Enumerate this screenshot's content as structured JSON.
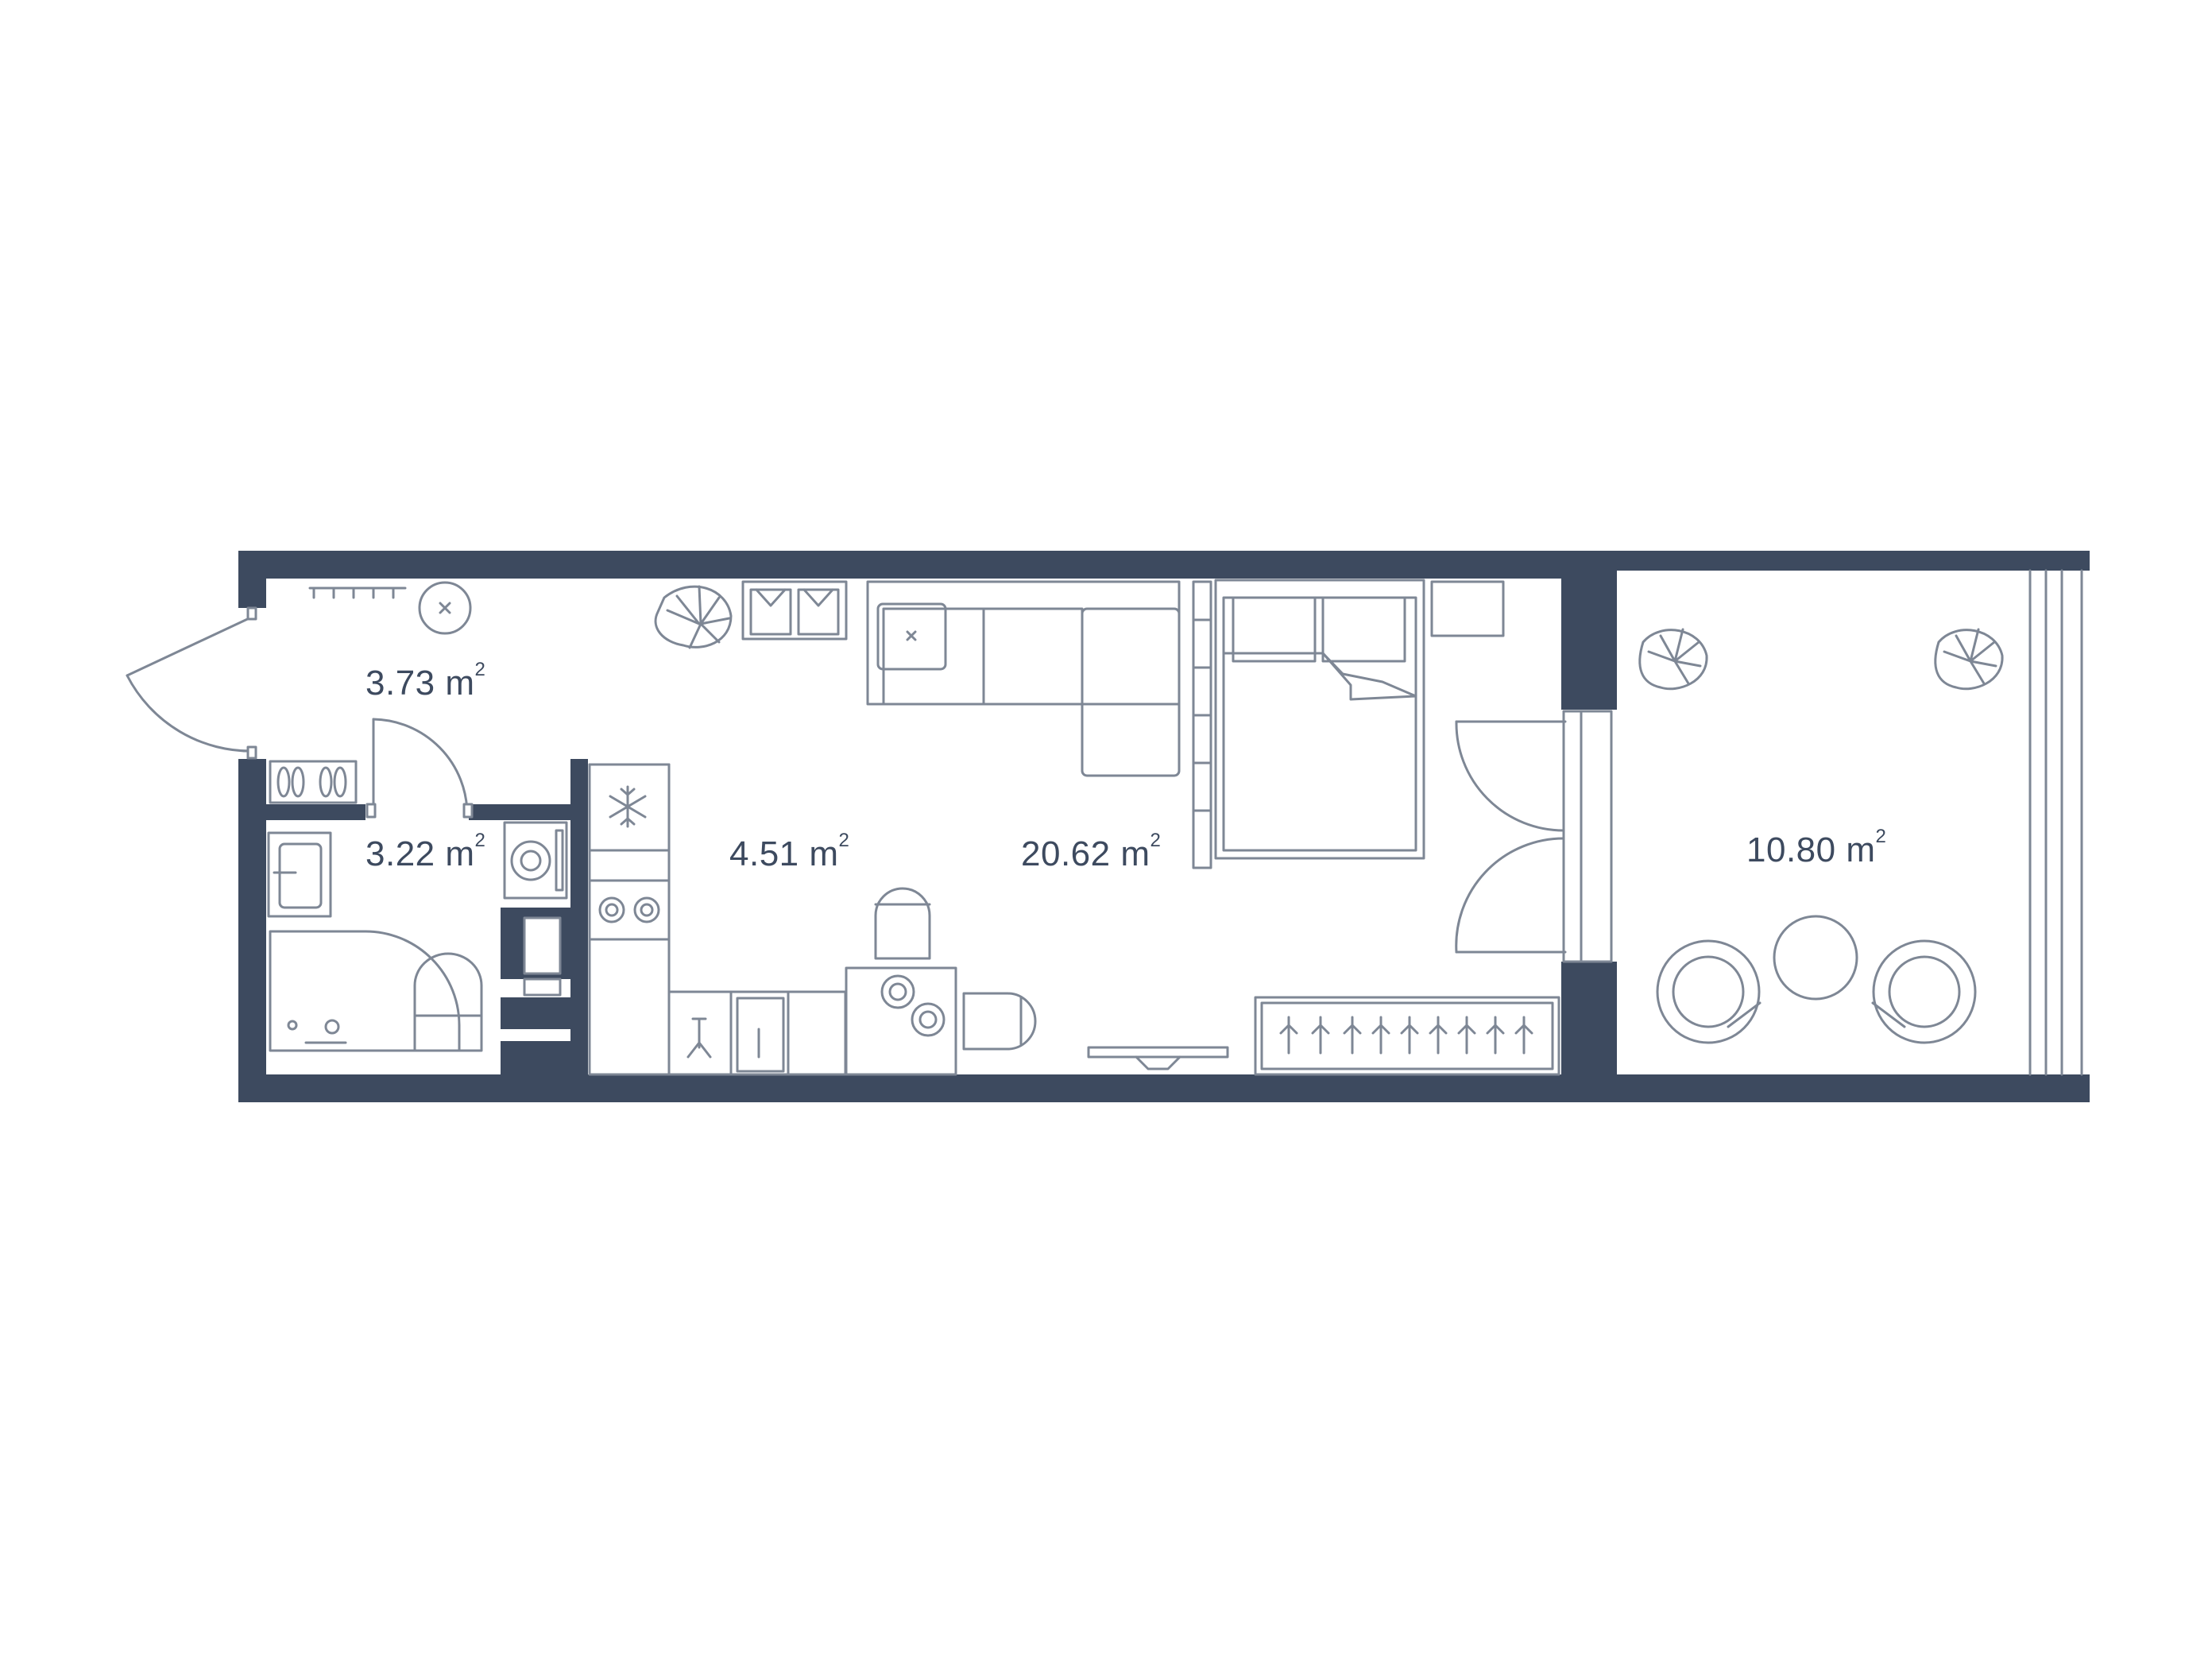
{
  "rooms": [
    {
      "id": "hall",
      "area": "3.73",
      "unit": "m",
      "sup": "2"
    },
    {
      "id": "bathroom",
      "area": "3.22",
      "unit": "m",
      "sup": "2"
    },
    {
      "id": "kitchen",
      "area": "4.51",
      "unit": "m",
      "sup": "2"
    },
    {
      "id": "living",
      "area": "20.62",
      "unit": "m",
      "sup": "2"
    },
    {
      "id": "terrace",
      "area": "10.80",
      "unit": "m",
      "sup": "2"
    }
  ],
  "colors": {
    "wall": "#3d4a5f",
    "furniture": "#7e8795",
    "background": "#ffffff"
  }
}
